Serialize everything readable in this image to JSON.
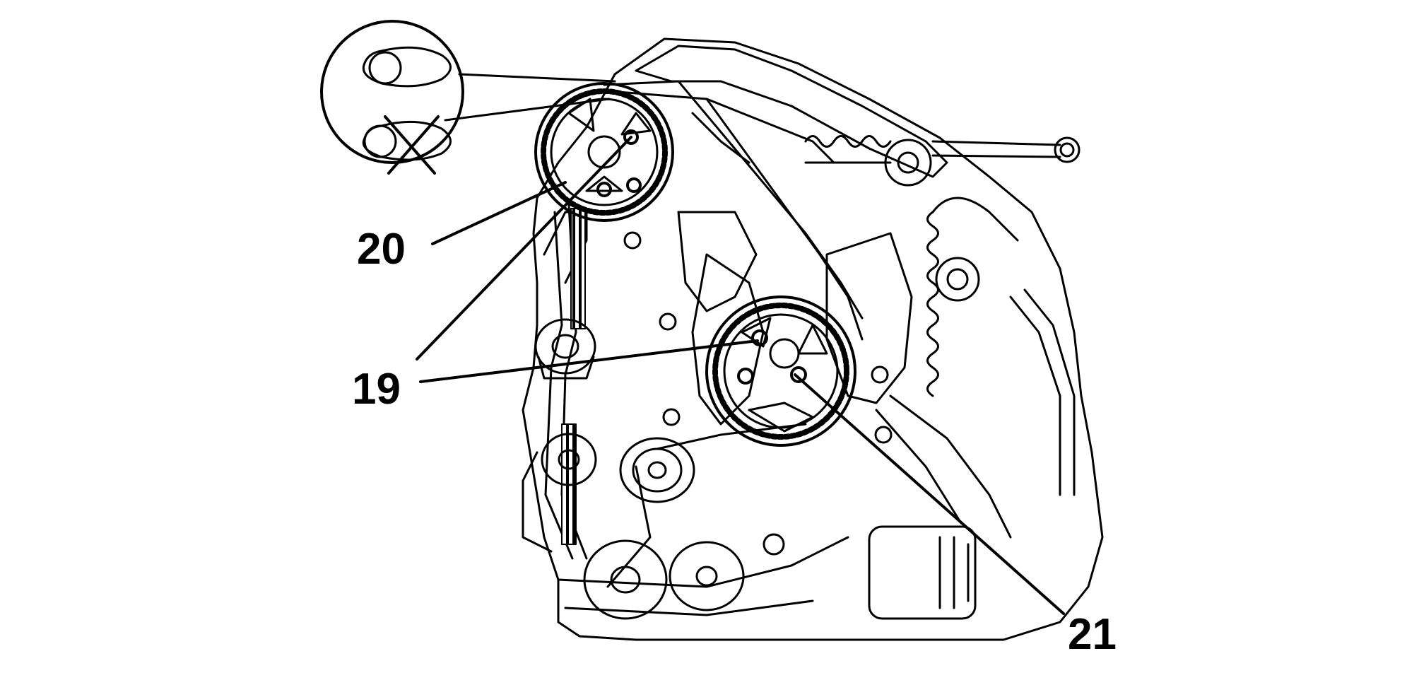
{
  "diagram": {
    "callouts": [
      {
        "id": "20",
        "label": "20"
      },
      {
        "id": "19",
        "label": "19"
      },
      {
        "id": "21",
        "label": "21"
      }
    ],
    "colors": {
      "line": "#000000",
      "background": "#ffffff"
    }
  }
}
